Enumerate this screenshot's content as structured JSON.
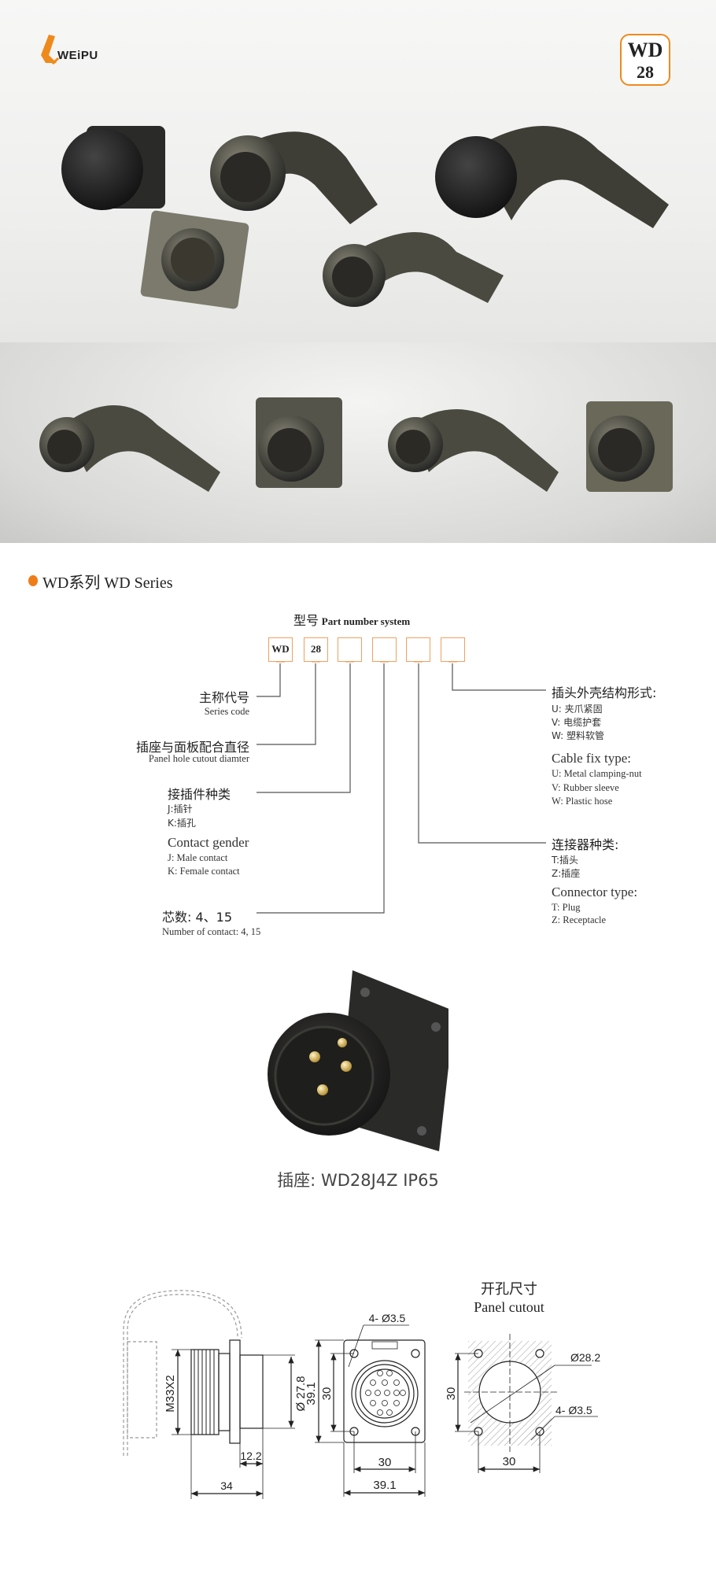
{
  "header": {
    "logo_text": "WEiPU",
    "badge": {
      "line1": "WD",
      "line2": "28"
    }
  },
  "section": {
    "title": "WD系列  WD Series"
  },
  "part_number": {
    "title_cn": "型号",
    "title_en": "Part number system",
    "boxes": [
      "WD",
      "28",
      "",
      "",
      "",
      ""
    ]
  },
  "left_labels": {
    "series": {
      "cn": "主称代号",
      "en": "Series code"
    },
    "diameter": {
      "cn": "插座与面板配合直径",
      "en": "Panel hole cutout diamter"
    },
    "contact": {
      "cn": "接插件种类",
      "j_cn": "J:插针",
      "k_cn": "K:插孔",
      "en_title": "Contact  gender",
      "j_en": "J: Male  contact",
      "k_en": "K: Female  contact"
    },
    "count": {
      "cn": "芯数:  4、15",
      "en": "Number of contact: 4, 15"
    }
  },
  "right_labels": {
    "cable_fix": {
      "cn": "插头外壳结构形式:",
      "u_cn": "U: 夹爪紧固",
      "v_cn": "V: 电缆护套",
      "w_cn": "W: 塑料软管",
      "en_title": "Cable fix type:",
      "u_en": "U: Metal clamping-nut",
      "v_en": "V: Rubber sleeve",
      "w_en": "W: Plastic hose"
    },
    "connector": {
      "cn": "连接器种类:",
      "t_cn": "T:插头",
      "z_cn": "Z:插座",
      "en_title": "Connector type:",
      "t_en": "T: Plug",
      "z_en": "Z: Receptacle"
    }
  },
  "product": {
    "caption": "插座:  WD28J4Z  IP65"
  },
  "drawing": {
    "thread": "M33X2",
    "dia_back": "Ø 27.8",
    "len_back": "12.2",
    "len_total": "34",
    "holes": "4- Ø3.5",
    "flange_h": "39.1",
    "hole_pitch_v": "30",
    "hole_pitch_h": "30",
    "flange_w": "39.1",
    "cutout_title_cn": "开孔尺寸",
    "cutout_title_en": "Panel cutout",
    "cutout_dia": "Ø28.2",
    "cutout_pitch_v": "30",
    "cutout_holes": "4- Ø3.5",
    "cutout_pitch_h": "30"
  },
  "colors": {
    "accent": "#ee7d1a",
    "box_border": "#f0a060"
  }
}
